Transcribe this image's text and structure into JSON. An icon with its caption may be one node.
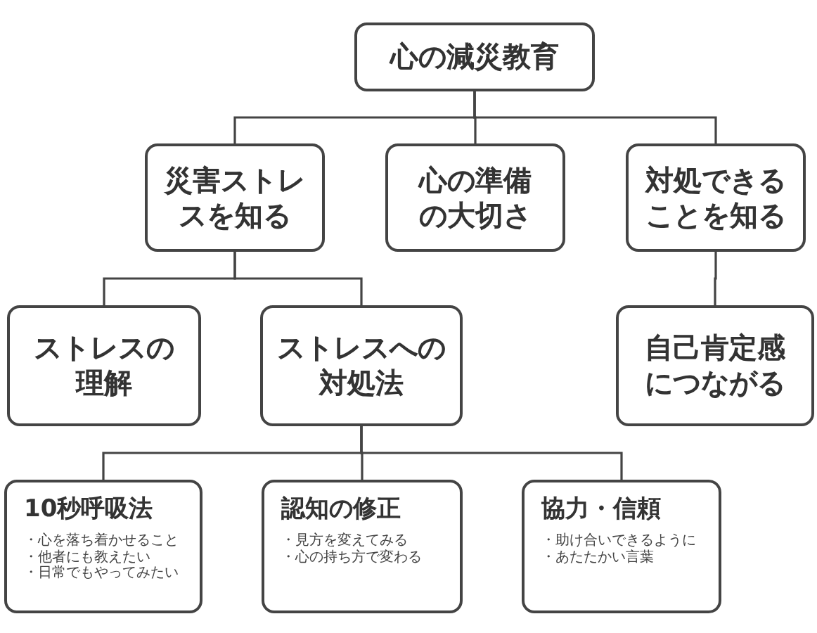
{
  "diagram": {
    "nodes": [
      {
        "text": [
          "心の減災教育"
        ]
      },
      {
        "text": [
          "災害ストレスを知る"
        ]
      },
      {
        "text": [
          "心の準備の大切さ"
        ]
      },
      {
        "text": [
          "対処できることを知る"
        ]
      },
      {
        "text": [
          "ストレスの理解"
        ]
      },
      {
        "text": [
          "ストレスへの対処法"
        ]
      },
      {
        "text": [
          "自己肯定感につながる"
        ]
      },
      {
        "text": [
          "10秒呼吸法",
          "・心を落ち着かせること",
          "・他者にも教えたい",
          "・日常でもやってみたい"
        ]
      },
      {
        "text": [
          "認知の修正",
          "・見方を変えてみる",
          "・心の持ち方で変わる"
        ]
      },
      {
        "text": [
          "協力・信頼",
          "・助け合いできるように",
          "・あたたかい言葉"
        ]
      }
    ],
    "edges": [
      {
        "from": 0,
        "to": 1,
        "arrow": "none"
      },
      {
        "from": 0,
        "to": 2,
        "arrow": "none"
      },
      {
        "from": 0,
        "to": 3,
        "arrow": "none"
      },
      {
        "from": 1,
        "to": 4,
        "arrow": "none"
      },
      {
        "from": 1,
        "to": 5,
        "arrow": "none"
      },
      {
        "from": 3,
        "to": 6,
        "arrow": "none"
      },
      {
        "from": 5,
        "to": 7,
        "arrow": "none"
      },
      {
        "from": 5,
        "to": 8,
        "arrow": "none"
      },
      {
        "from": 5,
        "to": 9,
        "arrow": "none"
      }
    ]
  }
}
